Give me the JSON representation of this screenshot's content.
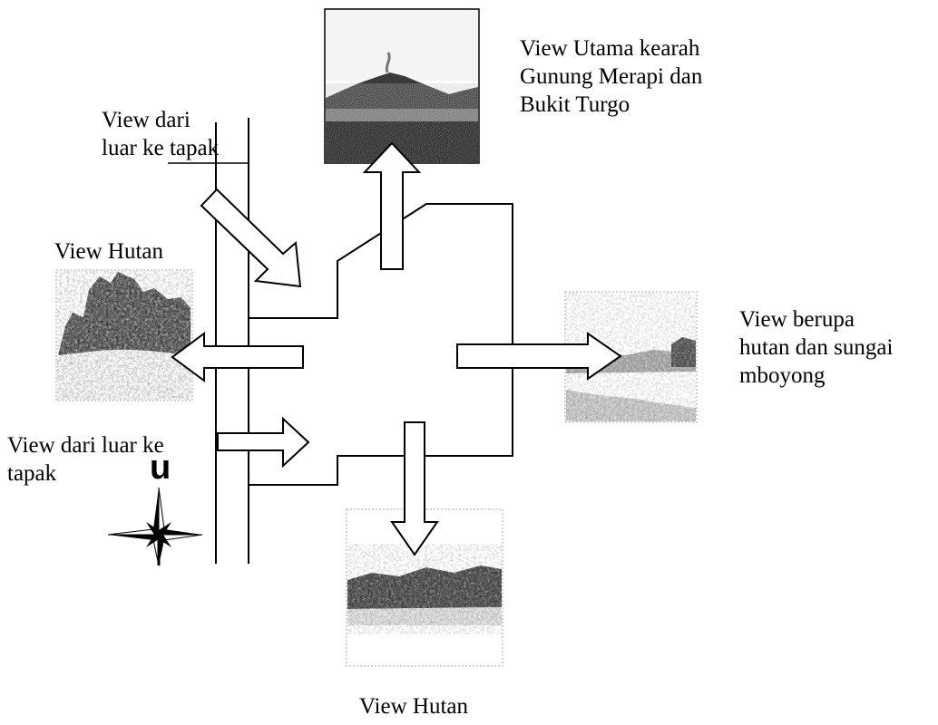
{
  "labels": {
    "main_view": [
      "View Utama kearah",
      "Gunung Merapi dan",
      "Bukit Turgo"
    ],
    "outside_view_top": [
      "View dari",
      "luar ke tapak"
    ],
    "forest_view_left": [
      "View Hutan"
    ],
    "river_view_right": [
      "View berupa",
      "hutan dan sungai",
      "mboyong"
    ],
    "outside_view_bottom": [
      "View dari luar ke",
      "tapak"
    ],
    "forest_view_bottom": [
      "View Hutan"
    ]
  },
  "compass": {
    "north_letter": "u",
    "icon": "compass-rose-icon"
  },
  "colors": {
    "ink": "#000000",
    "photo_dark": "#1c1c1c",
    "photo_mid": "#6e6e6e",
    "photo_light": "#e6e6e6"
  }
}
